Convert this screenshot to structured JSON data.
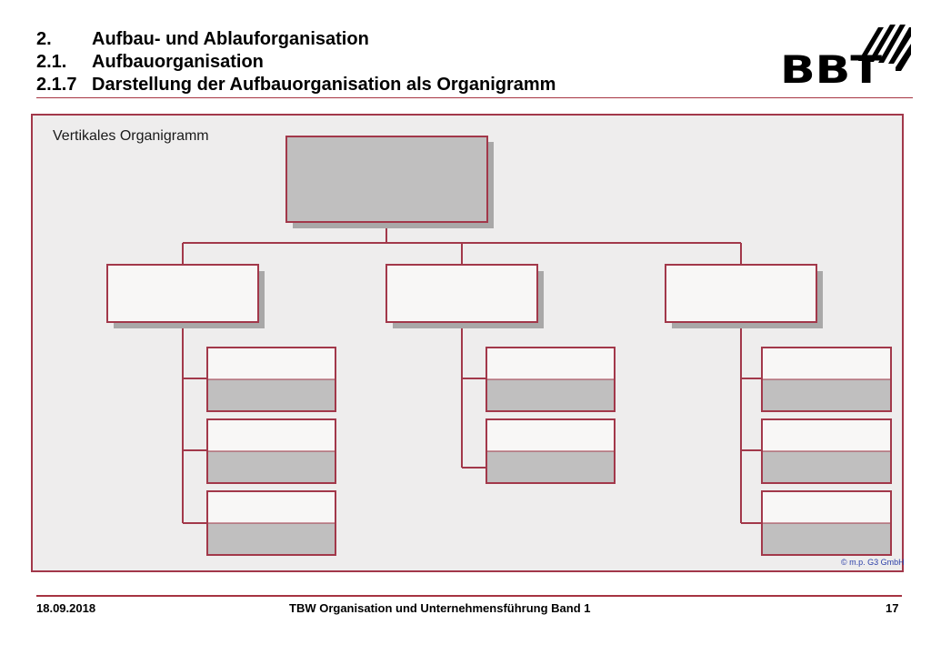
{
  "header": {
    "lines": [
      {
        "number": "2.",
        "text": "Aufbau- und Ablauforganisation"
      },
      {
        "number": "2.1.",
        "text": "Aufbauorganisation"
      },
      {
        "number": "2.1.7",
        "text": "Darstellung der Aufbauorganisation als Organigramm"
      }
    ],
    "logo_text": "BBT"
  },
  "diagram": {
    "title": "Vertikales Organigramm",
    "structure": {
      "top": 1,
      "departments": [
        {
          "subunits": 3
        },
        {
          "subunits": 2
        },
        {
          "subunits": 3
        }
      ]
    },
    "colors": {
      "border": "#a2384a",
      "box_fill_light": "#f8f7f6",
      "box_fill_gray": "#c0bfbf",
      "shadow": "#a9a8a8",
      "panel_bg": "#eeeded"
    },
    "copyright": "© m.p. G3 GmbH"
  },
  "footer": {
    "date": "18.09.2018",
    "title": "TBW Organisation und Unternehmensführung Band 1",
    "page": "17"
  }
}
